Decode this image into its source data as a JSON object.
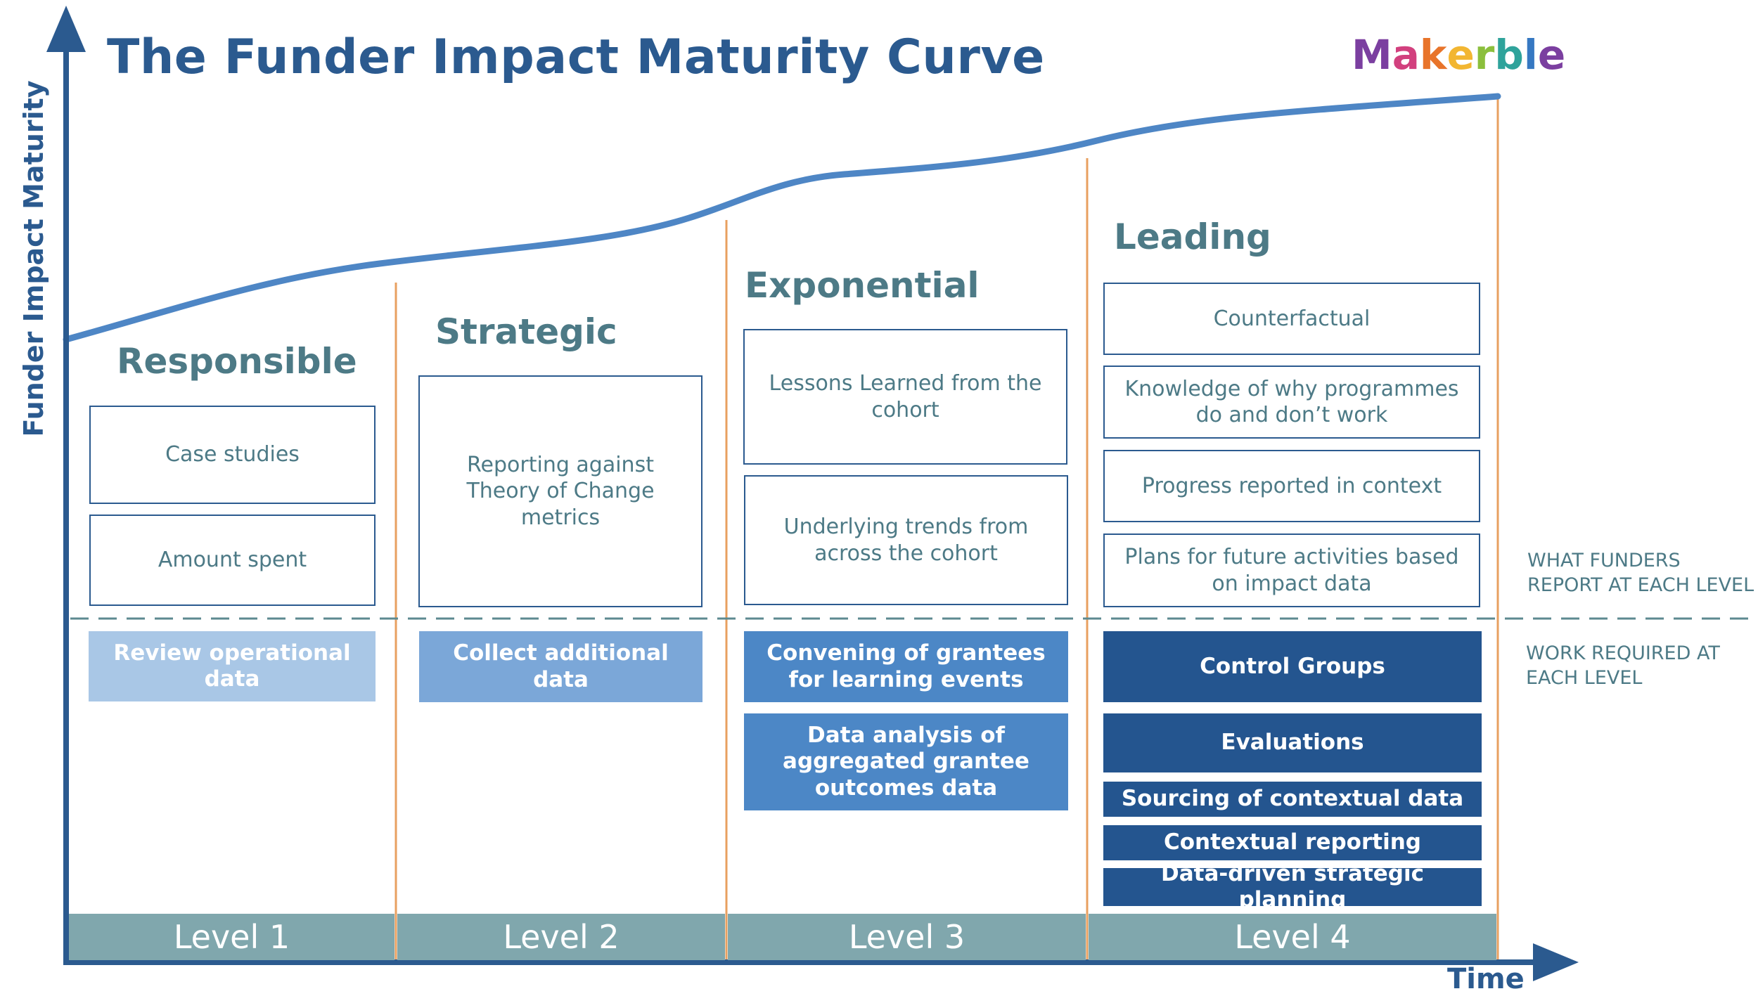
{
  "title": "The Funder Impact Maturity Curve",
  "logo": {
    "letters": [
      "M",
      "a",
      "k",
      "e",
      "r",
      "b",
      "l",
      "e"
    ],
    "colors": [
      "#7b3fa0",
      "#d2407e",
      "#e8742a",
      "#f2b632",
      "#8bbf3c",
      "#2fa39b",
      "#3678c2",
      "#7b3fa0"
    ]
  },
  "axes": {
    "y": "Funder Impact Maturity",
    "x": "Time"
  },
  "colors": {
    "axis": "#2b5a8f",
    "curve": "#4e86c5",
    "divider": "#e8a060",
    "dashed": "#5d8a90",
    "level_bar": "#80a7ad",
    "label": "#4d7a86",
    "box_border": "#2b5a8f",
    "work_l1": "#a9c7e6",
    "work_l2": "#7ba7d8",
    "work_l3": "#4c87c6",
    "work_l4": "#24558f"
  },
  "notes": {
    "what": [
      "WHAT FUNDERS",
      "REPORT AT EACH LEVEL"
    ],
    "work": [
      "WORK REQUIRED AT",
      "EACH LEVEL"
    ]
  },
  "levels": [
    {
      "bar": "Level 1",
      "name": "Responsible",
      "reports": [
        "Case studies",
        "Amount spent"
      ],
      "work": [
        "Review operational data"
      ]
    },
    {
      "bar": "Level 2",
      "name": "Strategic",
      "reports": [
        "Reporting against Theory of Change metrics"
      ],
      "work": [
        "Collect additional data"
      ]
    },
    {
      "bar": "Level 3",
      "name": "Exponential",
      "reports": [
        "Lessons Learned from the cohort",
        "Underlying trends from across the cohort"
      ],
      "work": [
        "Convening of grantees for learning events",
        "Data analysis of aggregated grantee outcomes data"
      ]
    },
    {
      "bar": "Level 4",
      "name": "Leading",
      "reports": [
        "Counterfactual",
        "Knowledge of why programmes do and don’t work",
        "Progress reported in context",
        "Plans for future activities based on impact data"
      ],
      "work": [
        "Control Groups",
        "Evaluations",
        "Sourcing of contextual data",
        "Contextual reporting",
        "Data-driven strategic planning"
      ]
    }
  ]
}
